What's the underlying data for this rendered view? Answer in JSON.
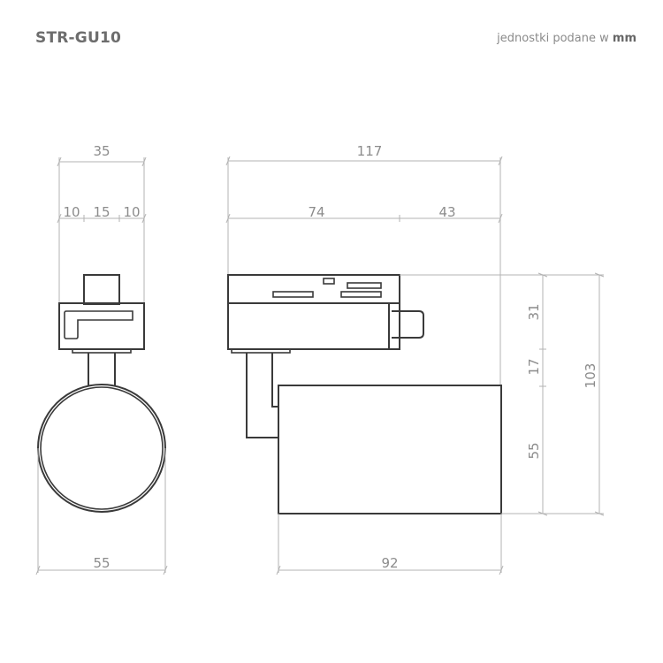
{
  "header": {
    "model": "STR-GU10",
    "units_prefix": "jednostki podane w ",
    "units_value": "mm"
  },
  "front_view": {
    "overall_width": "35",
    "segment_left": "10",
    "segment_mid": "15",
    "segment_right": "10",
    "lamp_diameter": "55"
  },
  "side_view": {
    "overall_length": "117",
    "segment_a": "74",
    "segment_b": "43",
    "body_length": "92",
    "height_adapter": "31",
    "height_arm": "17",
    "height_body": "55",
    "overall_height": "103"
  },
  "colors": {
    "outline": "#3a3a3a",
    "dimension_line": "#b3b3b3",
    "dimension_text": "#8c8c8c",
    "title": "#6d6d6d"
  }
}
